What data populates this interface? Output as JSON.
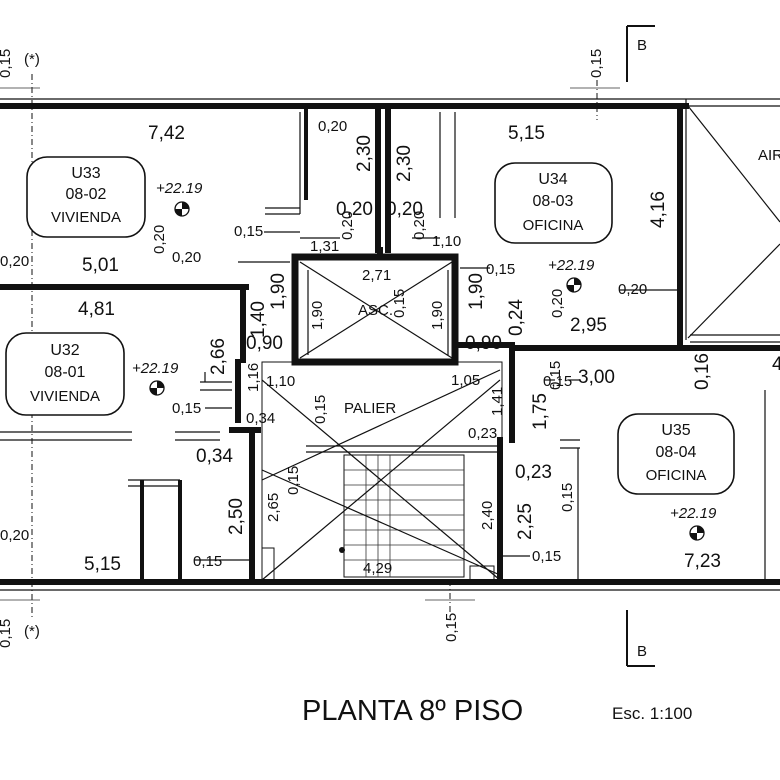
{
  "title": "PLANTA 8º PISO",
  "scale": "Esc. 1:100",
  "section_marker": "B",
  "units": [
    {
      "code": "U33",
      "floor_unit": "08-02",
      "use": "VIVIENDA",
      "level": "+22.19"
    },
    {
      "code": "U34",
      "floor_unit": "08-03",
      "use": "OFICINA",
      "level": "+22.19"
    },
    {
      "code": "U32",
      "floor_unit": "08-01",
      "use": "VIVIENDA",
      "level": "+22.19"
    },
    {
      "code": "U35",
      "floor_unit": "08-04",
      "use": "OFICINA",
      "level": "+22.19"
    }
  ],
  "labels": {
    "elevator": "ASC.",
    "landing": "PALIER",
    "air": "AIR",
    "note": "(*)",
    "edge_cut": "4"
  },
  "dimensions": {
    "d742": "7,42",
    "d515_top": "5,15",
    "d501": "5,01",
    "d481": "4,81",
    "d515_bot": "5,15",
    "d723": "7,23",
    "d416": "4,16",
    "d295": "2,95",
    "d300": "3,00",
    "d429": "4,29",
    "d230a": "2,30",
    "d230b": "2,30",
    "d266": "2,66",
    "d250": "2,50",
    "d225": "2,25",
    "d175": "1,75",
    "d190a": "1,90",
    "d190b": "1,90",
    "d140": "1,40",
    "d090a": "0,90",
    "d090b": "0,90",
    "d034a": "0,34",
    "d034b": "0,34",
    "d023a": "0,23",
    "d023b": "0,23",
    "d024": "0,24",
    "d016": "0,16",
    "d020a": "0,20",
    "d020b": "0,20",
    "d020c": "0,20",
    "d020d": "0,20",
    "d020e": "0,20",
    "d020f": "0,20",
    "d020g": "0,20",
    "d020h": "0,20",
    "d020i": "0,20",
    "d015a": "0,15",
    "d015b": "0,15",
    "d015c": "0,15",
    "d015d": "0,15",
    "d015e": "0,15",
    "d015f": "0,15",
    "d015g": "0,15",
    "d015h": "0,15",
    "d015i": "0,15",
    "d015j": "0,15",
    "d015k": "0,15",
    "d015l": "0,15",
    "d015m": "0,15",
    "d015n": "0,15",
    "d015o": "0,15",
    "d131": "1,31",
    "d110a": "1,10",
    "d110b": "1,10",
    "d105": "1,05",
    "d116": "1,16",
    "d141": "1,41",
    "d271": "2,71",
    "d265": "2,65",
    "d240": "2,40"
  }
}
